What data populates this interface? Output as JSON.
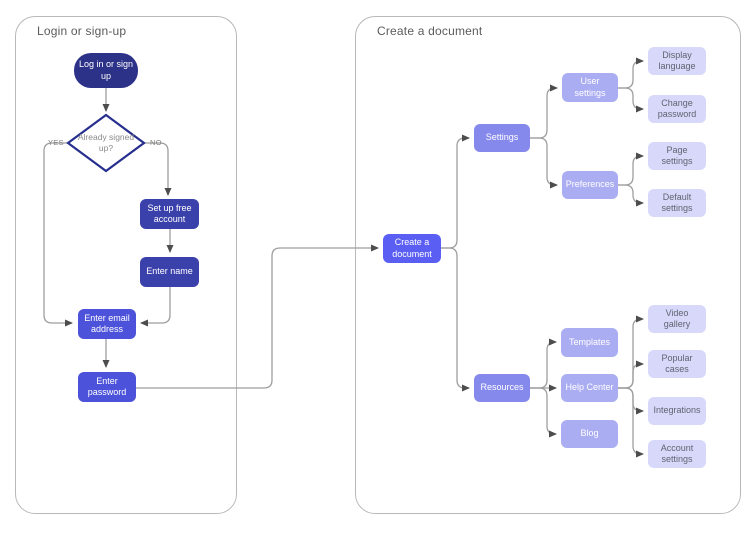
{
  "panels": {
    "login": {
      "title": "Login or sign-up"
    },
    "create": {
      "title": "Create a document"
    }
  },
  "nodes": {
    "login_pill": {
      "label": "Log in or sign up"
    },
    "decision": {
      "label": "Already signed up?"
    },
    "setup_account": {
      "label": "Set up free account"
    },
    "enter_name": {
      "label": "Enter name"
    },
    "enter_email": {
      "label": "Enter email address"
    },
    "enter_password": {
      "label": "Enter password"
    },
    "create_document": {
      "label": "Create a document"
    },
    "settings": {
      "label": "Settings"
    },
    "resources": {
      "label": "Resources"
    },
    "user_settings": {
      "label": "User settings"
    },
    "preferences": {
      "label": "Preferences"
    },
    "templates": {
      "label": "Templates"
    },
    "help_center": {
      "label": "Help Center"
    },
    "blog": {
      "label": "Blog"
    },
    "display_language": {
      "label": "Display language"
    },
    "change_password": {
      "label": "Change password"
    },
    "page_settings": {
      "label": "Page settings"
    },
    "default_settings": {
      "label": "Default settings"
    },
    "video_gallery": {
      "label": "Video gallery"
    },
    "popular_cases": {
      "label": "Popular cases"
    },
    "integrations": {
      "label": "Integrations"
    },
    "account_settings": {
      "label": "Account settings"
    }
  },
  "edge_labels": {
    "yes": "YES",
    "no": "NO"
  },
  "colors": {
    "node_dark_navy": "#2d3289",
    "node_navy": "#3b41ab",
    "node_indigo": "#4c52d9",
    "node_bright": "#5a5ef2",
    "node_purple": "#8689ec",
    "node_light": "#abadf3",
    "node_lavender": "#d7d8fa",
    "decision_border": "#272f8e",
    "connector": "#9e9e9e",
    "panel_border": "#b9b9b9",
    "title_text": "#5b5b5b"
  }
}
